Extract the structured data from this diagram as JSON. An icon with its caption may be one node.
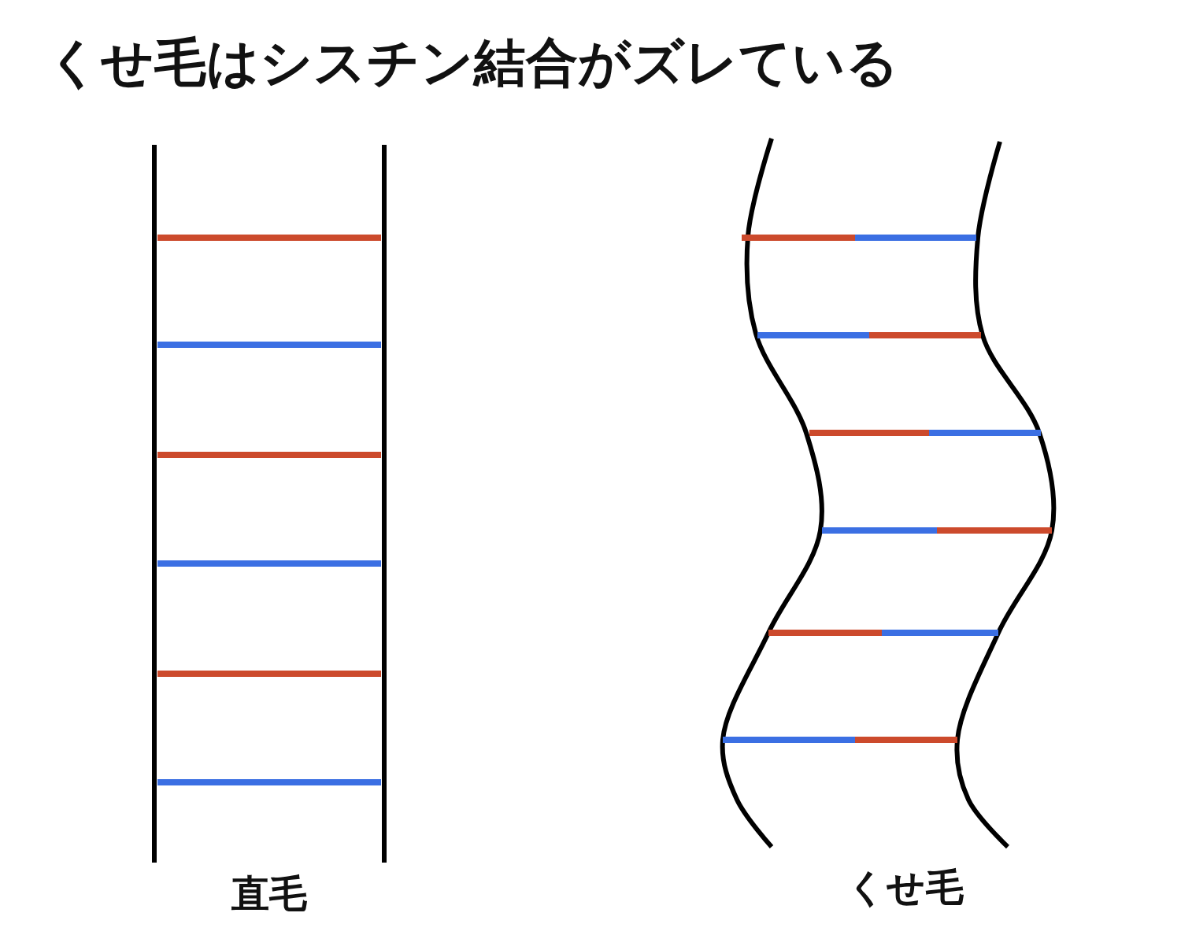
{
  "diagram": {
    "title": "くせ毛はシスチン結合がズレている",
    "labels": [
      "直毛",
      "くせ毛"
    ]
  }
}
